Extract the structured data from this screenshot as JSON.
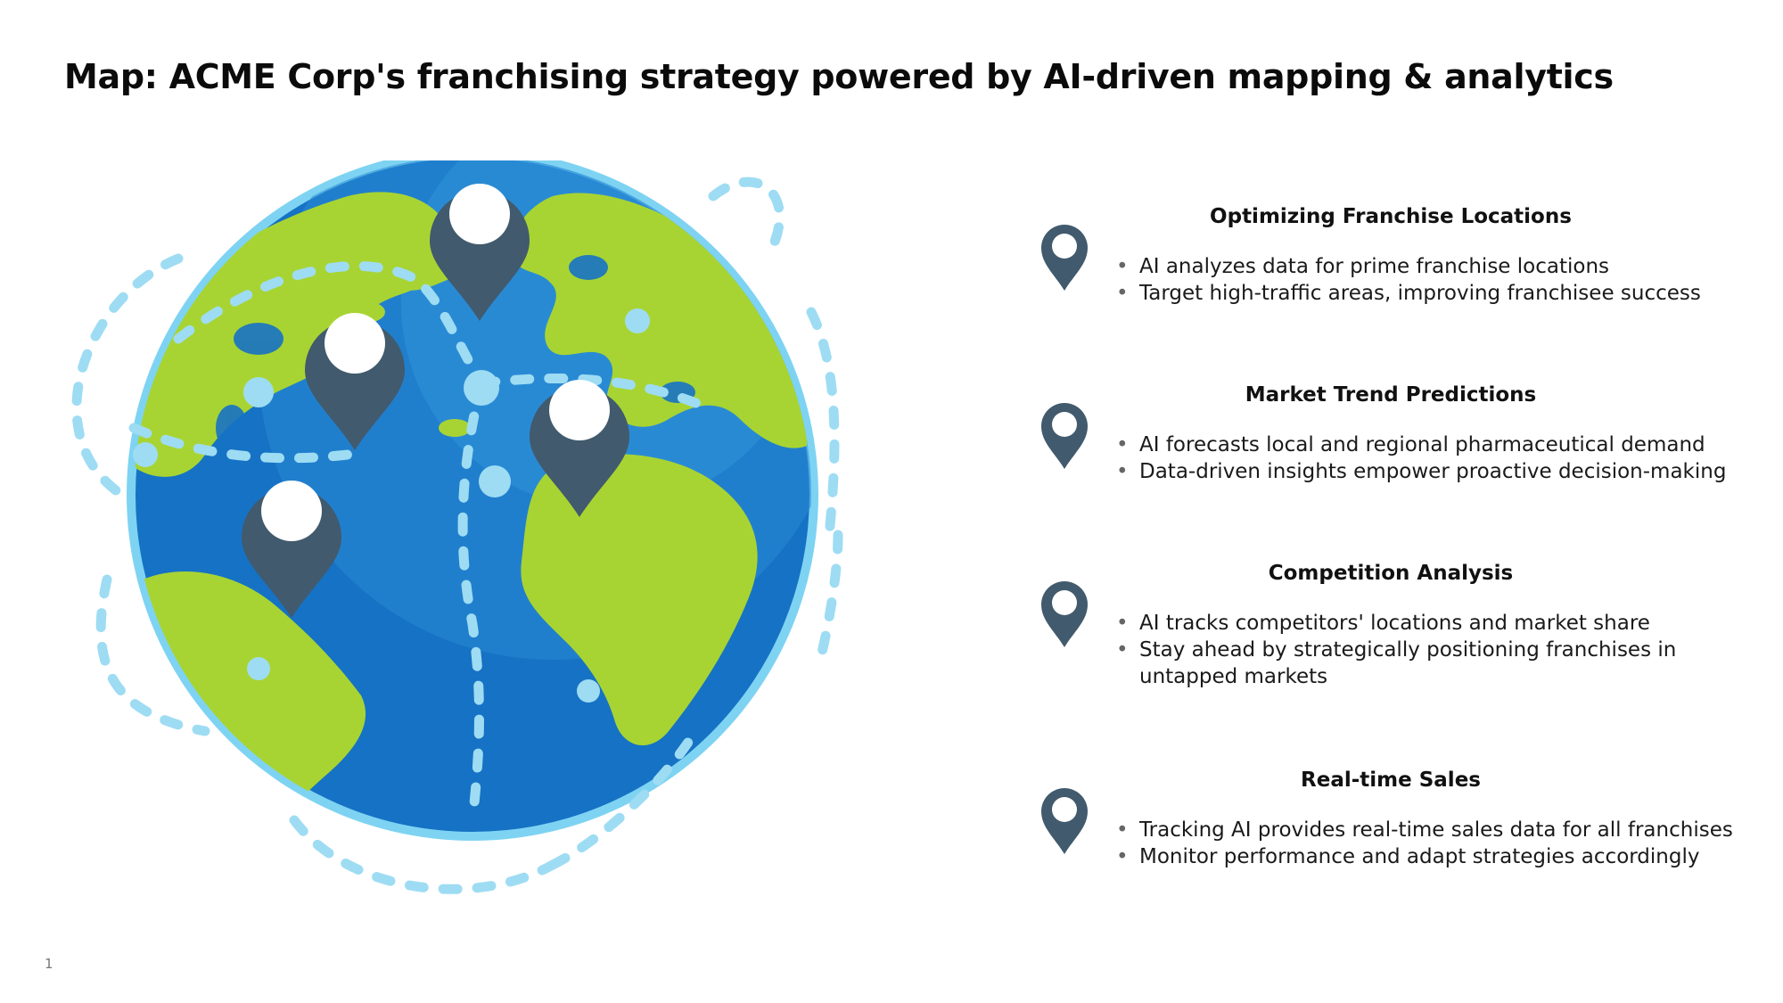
{
  "slide": {
    "title": "Map: ACME Corp's franchising strategy powered by AI-driven mapping & analytics",
    "page_number": "1"
  },
  "colors": {
    "ocean": "#1672c4",
    "ocean_light": "#2a8ad6",
    "land": "#a8d433",
    "rim": "#7ed3f2",
    "path": "#9edcf3",
    "pin": "#415a6d",
    "pin_hole": "#ffffff"
  },
  "globe": {
    "pin_count": 4
  },
  "sections": [
    {
      "heading": "Optimizing Franchise Locations",
      "icon": "map-pin-icon",
      "bullets": [
        "AI analyzes data for prime franchise locations",
        "Target high-traffic areas, improving franchisee success"
      ]
    },
    {
      "heading": "Market Trend Predictions",
      "icon": "map-pin-icon",
      "bullets": [
        "AI forecasts local and regional pharmaceutical demand",
        "Data-driven insights empower proactive decision-making"
      ]
    },
    {
      "heading": "Competition Analysis",
      "icon": "map-pin-icon",
      "bullets": [
        "AI tracks competitors' locations and market share",
        "Stay ahead by strategically positioning franchises in untapped markets"
      ]
    },
    {
      "heading": "Real-time Sales",
      "icon": "map-pin-icon",
      "bullets": [
        "Tracking AI provides real-time sales data for all franchises",
        "Monitor performance and adapt strategies accordingly"
      ]
    }
  ]
}
